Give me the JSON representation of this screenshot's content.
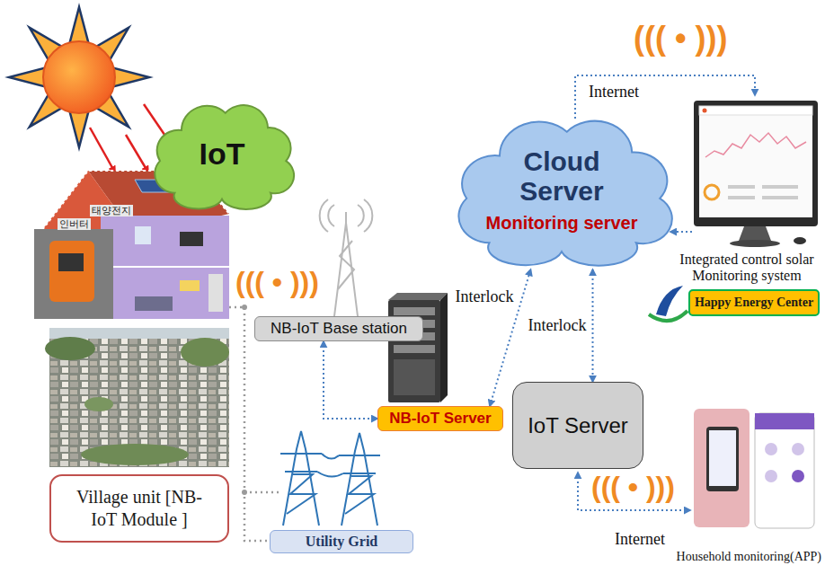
{
  "diagram": {
    "nodes": [
      {
        "text": [
          "IoT"
        ]
      },
      {
        "text": [
          "Cloud Server",
          "Monitoring server"
        ]
      },
      {
        "text": [
          "NB-IoT Base station"
        ]
      },
      {
        "text": [
          "NB-IoT Server"
        ]
      },
      {
        "text": [
          "IoT Server"
        ]
      },
      {
        "text": [
          "Happy Energy Center"
        ]
      },
      {
        "text": [
          "Village unit [NB-IoT Module ]"
        ]
      },
      {
        "text": [
          "Utility Grid"
        ]
      }
    ],
    "edges": [
      {
        "from": 2,
        "to": 3,
        "arrow": "both"
      },
      {
        "from": 3,
        "to": 1,
        "label": "Interlock",
        "arrow": "both"
      },
      {
        "from": 1,
        "to": 4,
        "label": "Interlock",
        "arrow": "both"
      }
    ],
    "labels": [
      "인버터",
      "태양전지",
      "((( • )))",
      "((( • )))",
      "Internet",
      "Integrated control solar Monitoring system",
      "((( • )))",
      "Internet",
      "Household monitoring(APP)"
    ]
  }
}
